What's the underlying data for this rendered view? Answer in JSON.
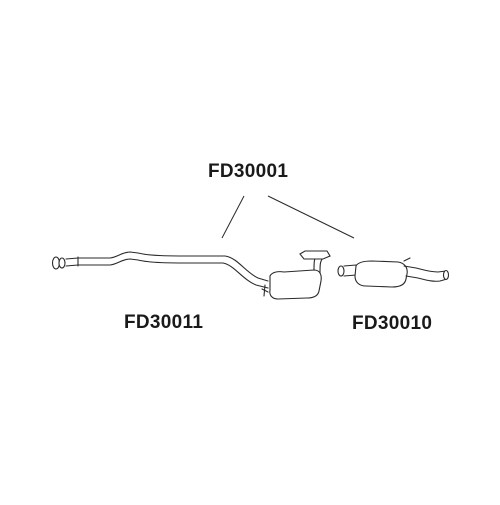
{
  "diagram": {
    "parts": [
      {
        "id": "center",
        "code": "FD30001"
      },
      {
        "id": "front",
        "code": "FD30011"
      },
      {
        "id": "rear",
        "code": "FD30010"
      }
    ]
  }
}
